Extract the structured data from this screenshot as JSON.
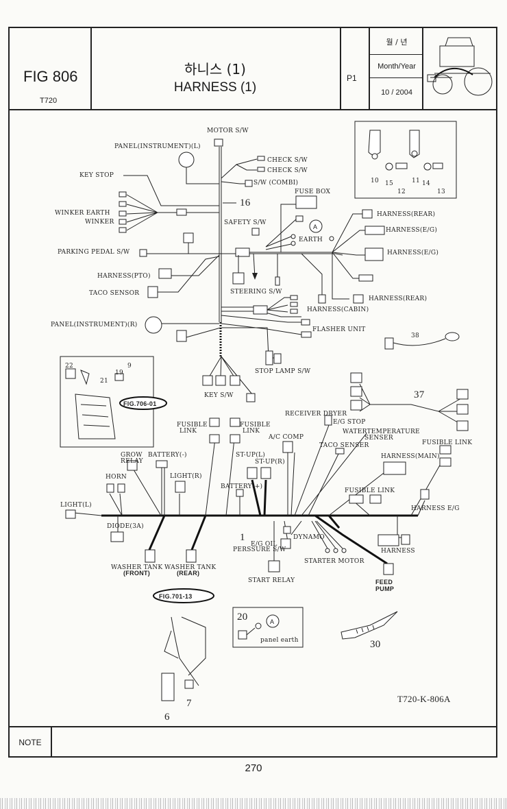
{
  "header": {
    "fig_number": "FIG 806",
    "model": "T720",
    "title_korean": "하니스 (1)",
    "title_english": "HARNESS (1)",
    "page_code": "P1",
    "date_korean": "월 / 년",
    "date_label": "Month/Year",
    "date_value": "10 / 2004"
  },
  "labels": {
    "motor_sw": "MOTOR S/W",
    "panel_l": "PANEL(INSTRUMENT)(L)",
    "check_sw_1": "CHECK S/W",
    "check_sw_2": "CHECK S/W",
    "sw_combi": "S/W (COMBI)",
    "key_stop": "KEY STOP",
    "fuse_box": "FUSE BOX",
    "winker_earth": "WINKER EARTH",
    "winker": "WINKER",
    "safety_sw": "SAFETY S/W",
    "earth": "EARTH",
    "harness_rear": "HARNESS(REAR)",
    "harness_eg1": "HARNESS(E/G)",
    "harness_eg2": "HARNESS(E/G)",
    "parking_pedal": "PARKING PEDAL S/W",
    "harness_pto": "HARNESS(PTO)",
    "taco_sensor": "TACO SENSOR",
    "steering_sw": "STEERING S/W",
    "harness_rear2": "HARNESS(REAR)",
    "harness_cabin": "HARNESS(CABIN)",
    "panel_r": "PANEL(INSTRUMENT)(R)",
    "flasher": "FLASHER UNIT",
    "stop_lamp": "STOP LAMP S/W",
    "key_sw": "KEY S/W",
    "fig_706": "FIG.706-01",
    "fig_701": "FIG.701-13",
    "fusible_link_1": "FUSIBLE",
    "fusible_link_1b": "LINK",
    "fusible_link_2": "FUSIBLE",
    "fusible_link_2b": "LINK",
    "receiver_dryer": "RECEIVER DRYER",
    "eg_stop": "E/G STOP",
    "ac_comp": "A/C COMP",
    "water_temp": "WATERTEMPERATURE",
    "water_temp_b": "SENSER",
    "taco_senser": "TACO SENSER",
    "fusible_link_r": "FUSIBLE LINK",
    "grow_relay": "GROW",
    "grow_relay_b": "RELAY",
    "battery_minus": "BATTERY(-)",
    "st_up_l": "ST-UP(L)",
    "st_up_r": "ST-UP(R)",
    "harness_main": "HARNESS(MAIN)",
    "horn": "HORN",
    "light_r": "LIGHT(R)",
    "battery_plus": "BATTERY(+)",
    "fusible_link_m": "FUSIBLE LINK",
    "light_l": "LIGHT(L)",
    "harness_eg3": "HARNESS E/G",
    "diode": "DIODE(3A)",
    "eg_oil": "E/G OIL",
    "pressure_sw": "PERSSURE S/W",
    "dynamo": "DYNAMO",
    "harness_lbl": "HARNESS",
    "washer_front": "WASHER TANK",
    "washer_front_b": "(FRONT)",
    "washer_rear": "WASHER TANK",
    "washer_rear_b": "(REAR)",
    "starter_motor": "STARTER MOTOR",
    "start_relay": "START RELAY",
    "feed_pump": "FEED",
    "feed_pump_b": "PUMP",
    "panel_earth": "panel earth",
    "drawing_no": "T720-K-806A",
    "callout_a": "A"
  },
  "part_numbers": {
    "p16": "16",
    "p10": "10",
    "p15": "15",
    "p12": "12",
    "p11": "11",
    "p14": "14",
    "p13": "13",
    "p38": "38",
    "p37": "37",
    "p22": "22",
    "p21": "21",
    "p19": "19",
    "p9": "9",
    "p1": "1",
    "p20": "20",
    "p30": "30",
    "p6": "6",
    "p7": "7"
  },
  "footer": {
    "note_label": "NOTE",
    "page_number": "270"
  }
}
